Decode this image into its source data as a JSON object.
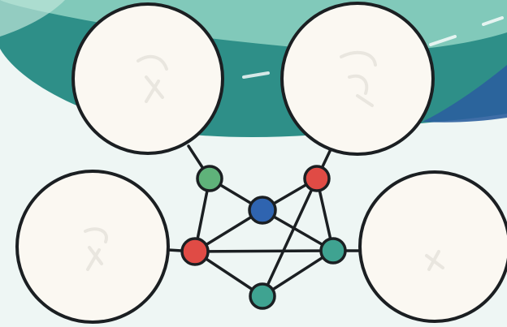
{
  "palette": {
    "background": "#eef6f4",
    "wave_dark": "#2e8f88",
    "wave_light": "#8fd3c3",
    "wave_accent": "#2b5f9e",
    "outline": "#1b1f22",
    "circle_fill": "#fbf8f2",
    "node_green": "#5fb27a",
    "node_red": "#e04b45",
    "node_blue": "#2f64b0",
    "node_teal": "#3fa391"
  },
  "diagram": {
    "big_circles": [
      {
        "id": "top-left",
        "icon": "hand-sketch-icon"
      },
      {
        "id": "top-right",
        "icon": "hand-sketch-icon"
      },
      {
        "id": "bottom-left",
        "icon": "hand-sketch-icon"
      },
      {
        "id": "bottom-right",
        "icon": "hand-sketch-icon"
      }
    ],
    "small_nodes": [
      {
        "id": "n-green-top",
        "color": "green"
      },
      {
        "id": "n-red-top",
        "color": "red"
      },
      {
        "id": "n-blue-center",
        "color": "blue"
      },
      {
        "id": "n-red-left",
        "color": "red"
      },
      {
        "id": "n-teal-right",
        "color": "teal"
      },
      {
        "id": "n-teal-bottom",
        "color": "teal"
      }
    ]
  }
}
